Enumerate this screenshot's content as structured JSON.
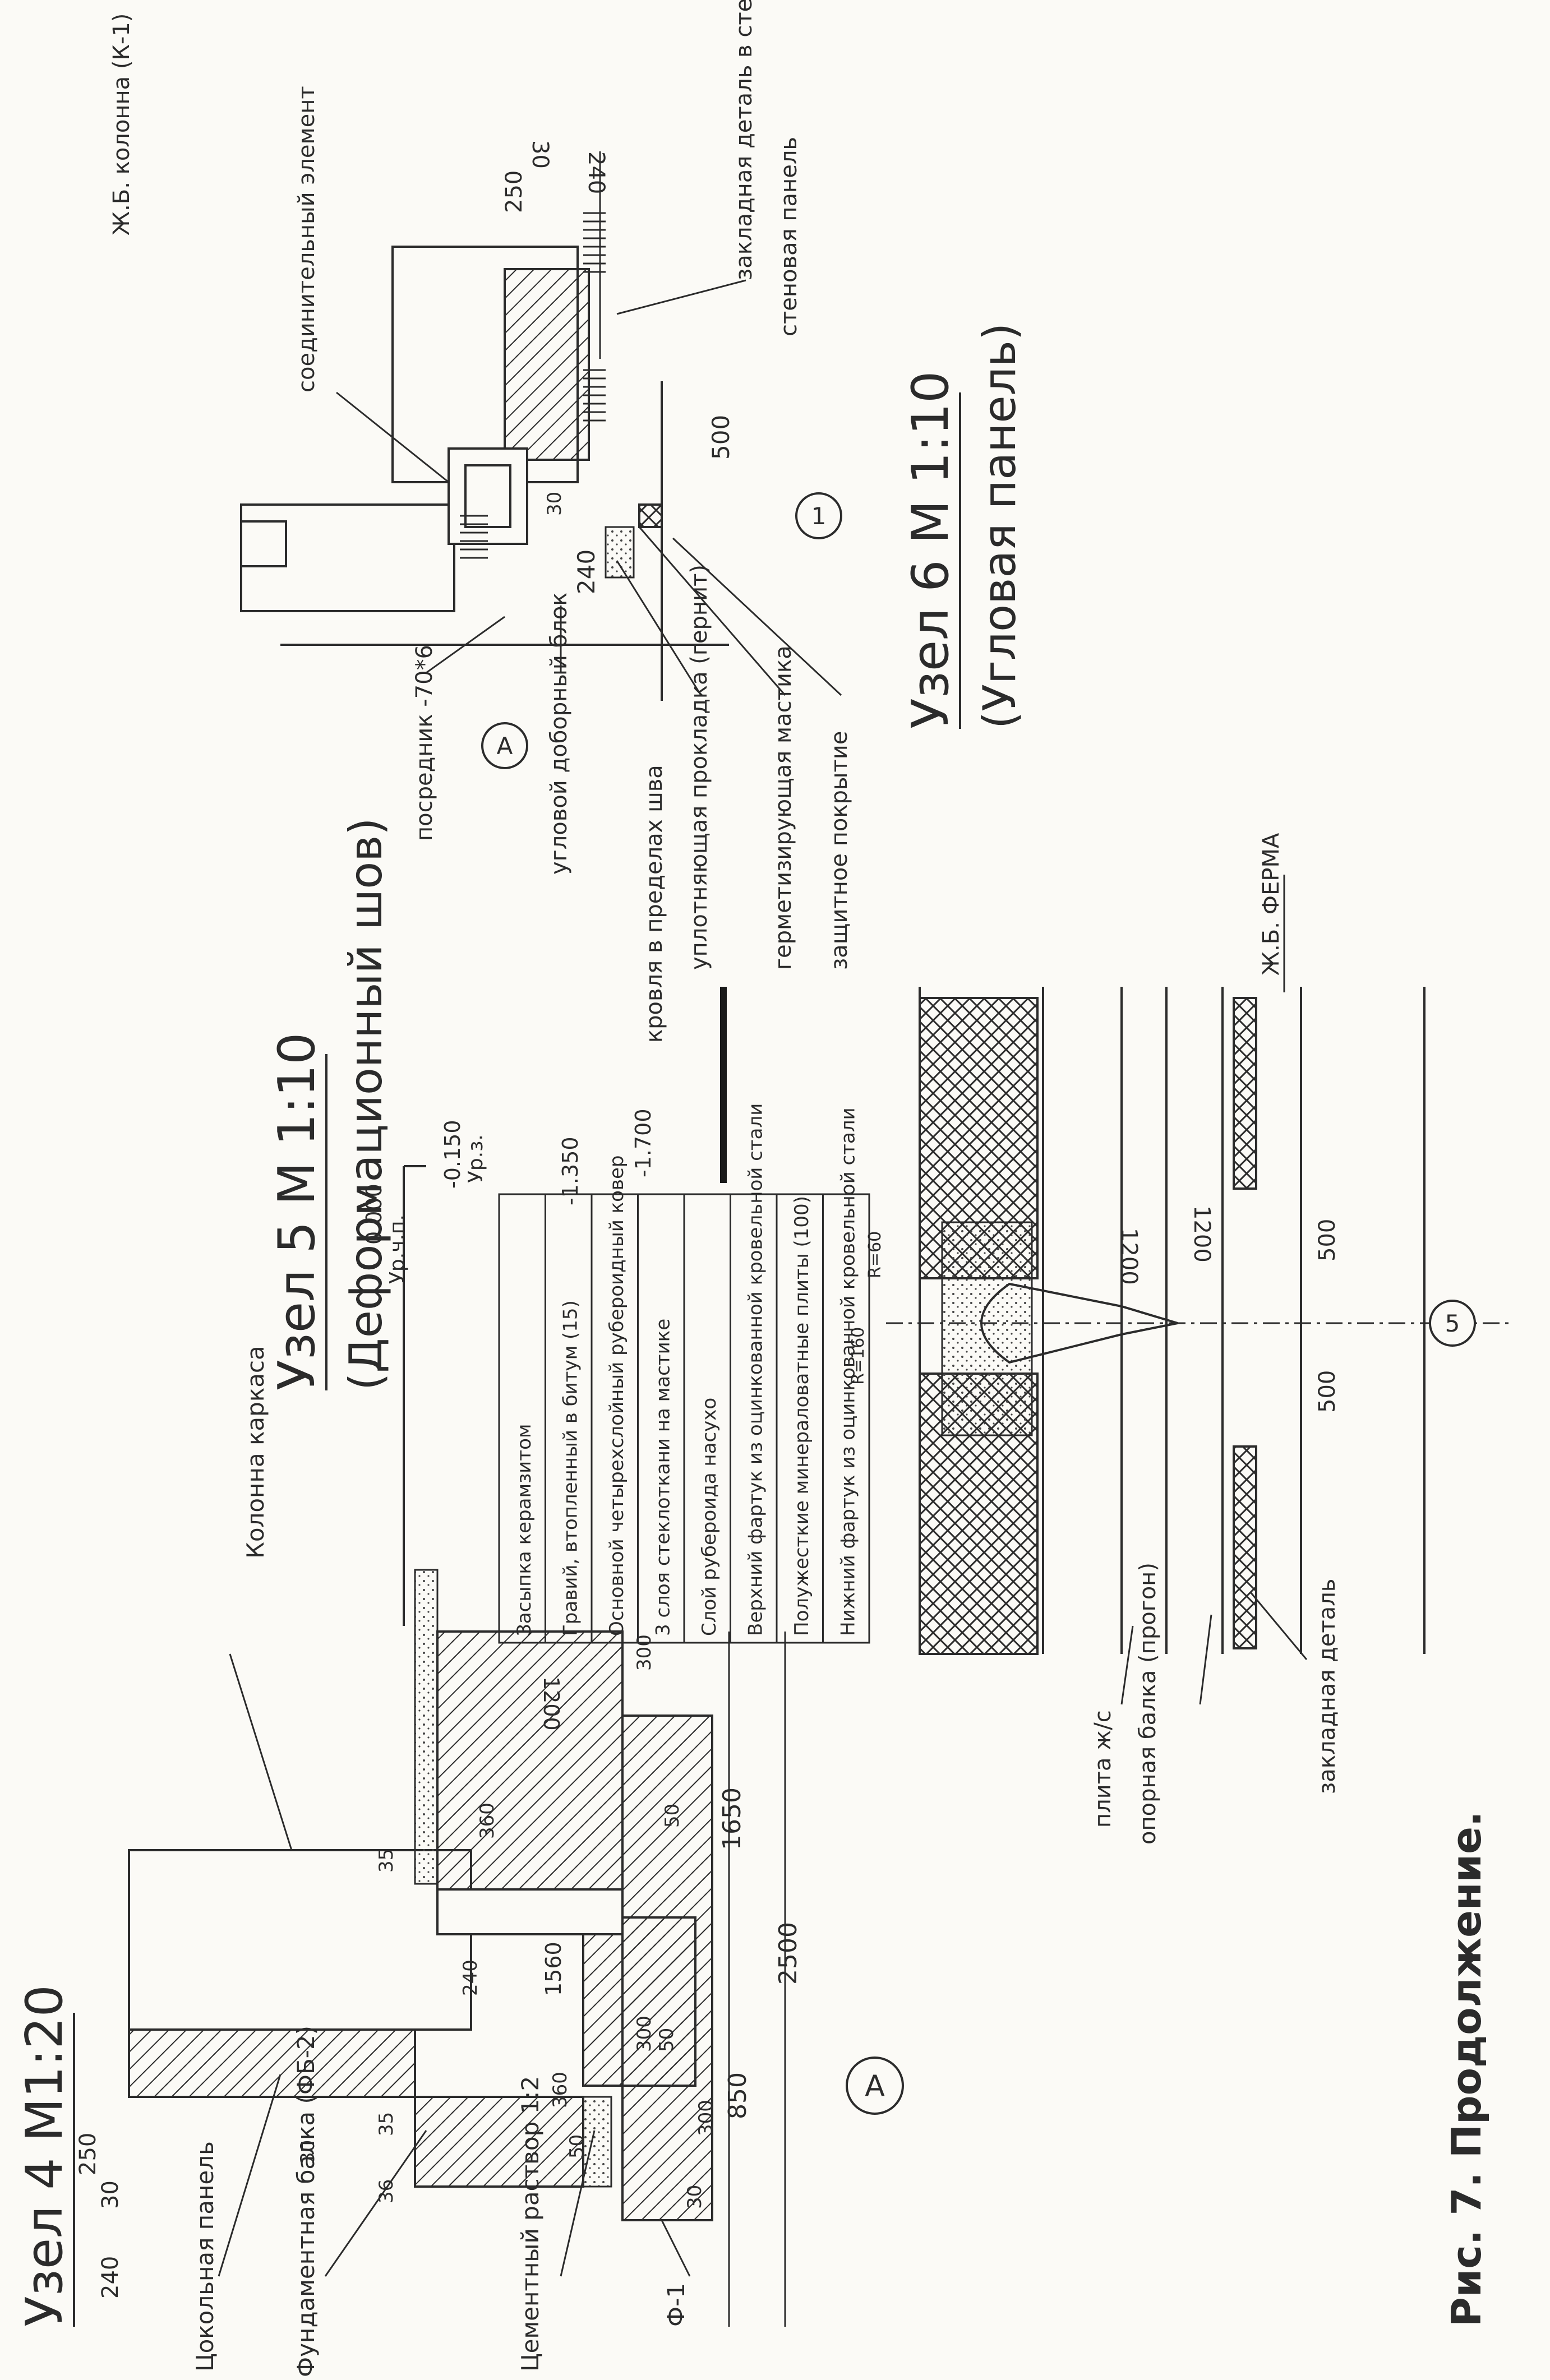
{
  "node4": {
    "title": "Узел 4 М1:20",
    "labels": {
      "plinth_panel": "Цокольная панель",
      "foundation_beam": "Фундаментная балка (ФБ-2)",
      "cement_mortar": "Цементный раствор 1:2",
      "frame_column": "Колонна каркаса",
      "f1": "Ф-1",
      "floor_level": "Ур.ч.п.",
      "ground_level": "Ур.з."
    },
    "dims": {
      "d240": "240",
      "d30": "30",
      "d250": "250",
      "d30b": "30",
      "d36": "36",
      "d35": "35",
      "d35b": "35",
      "d240b": "240",
      "d360a": "360",
      "d360b": "360",
      "d1560": "1560",
      "d1200": "1200",
      "d50a": "50",
      "d50b": "50",
      "d50c": "50",
      "d300a": "300",
      "d300b": "300",
      "d300c": "300",
      "d30c": "30",
      "d850": "850",
      "d1650": "1650",
      "d2500": "2500",
      "lvl0": "0.000",
      "lvl150": "-0.150",
      "lvl1350": "-1.350",
      "lvl1700": "-1.700"
    },
    "axis": "А"
  },
  "node5": {
    "title": "Узел 5 М 1:10",
    "subtitle": "(Деформационный шов)",
    "legend": [
      "Засыпка керамзитом",
      "Гравий, втопленный в битум (15)",
      "Основной четырехслойный рубероидный ковер",
      "3 слоя стеклоткани на мастике",
      "Слой рубероида насухо",
      "Верхний фартук из оцинкованной кровельной стали",
      "Полужесткие минераловатные плиты (100)",
      "Нижний фартук из оцинкованной кровельной стали"
    ],
    "roof_note": "кровля в пределах шва",
    "labels": {
      "slab": "плита ж/с",
      "beam": "опорная балка (прогон)",
      "embedded": "закладная деталь",
      "truss": "Ж.Б. ФЕРМА"
    },
    "dims": {
      "r60": "R=60",
      "r160": "R=160",
      "d1200a": "1200",
      "d1200b": "1200",
      "d500a": "500",
      "d500b": "500"
    },
    "axis": "5"
  },
  "node6": {
    "title": "Узел 6 М 1:10",
    "subtitle": "(Угловая панель)",
    "labels": {
      "connector": "соединительный элемент",
      "rc_column": "Ж.Б. колонна (К-1)",
      "embedded_part": "закладная деталь в стеновой панели",
      "wall_panel": "стеновая панель",
      "intermediary": "посредник -70*6",
      "corner_block": "угловой доборный блок",
      "seal_gasket": "уплотняющая прокладка (гернит)",
      "sealing_mastic": "герметизирующая мастика",
      "protective_coating": "защитное покрытие"
    },
    "dims": {
      "d240": "240",
      "d30": "30",
      "d500": "500",
      "d250": "250",
      "d30b": "30",
      "d240b": "240"
    },
    "axis_a": "А",
    "axis_1": "1"
  },
  "caption": "Рис. 7. Продолжение."
}
